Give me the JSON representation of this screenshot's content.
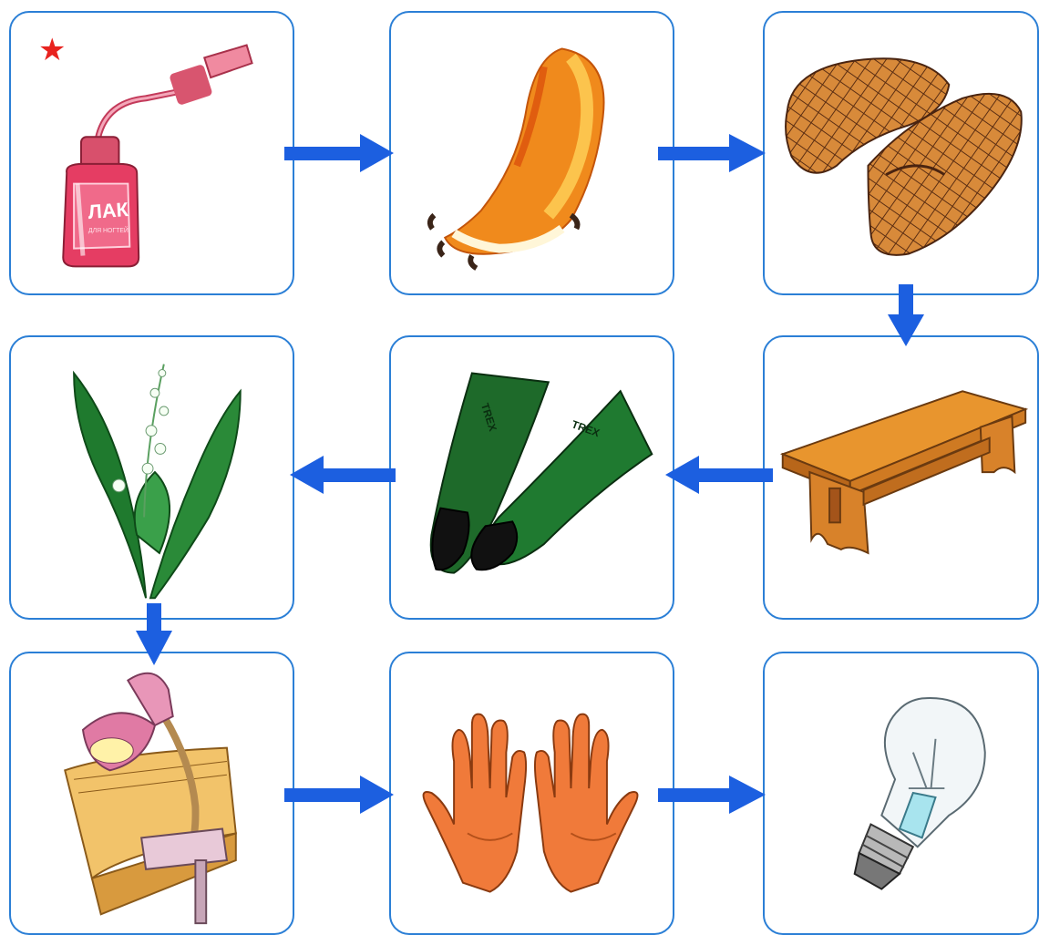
{
  "sequence": [
    {
      "id": "nail-polish",
      "icon": "nail-polish-icon",
      "label_text": "ЛАК",
      "small_text": "ДЛЯ НОГТЕЙ"
    },
    {
      "id": "animal-paw",
      "icon": "paw-icon"
    },
    {
      "id": "bast-shoes",
      "icon": "bast-shoes-icon"
    },
    {
      "id": "bench",
      "icon": "bench-icon"
    },
    {
      "id": "flippers",
      "icon": "flippers-icon",
      "brand_text": "TREX"
    },
    {
      "id": "lily-of-the-valley",
      "icon": "lily-of-the-valley-icon"
    },
    {
      "id": "desk-lamp",
      "icon": "desk-lamp-icon"
    },
    {
      "id": "hands",
      "icon": "hands-icon"
    },
    {
      "id": "light-bulb",
      "icon": "light-bulb-icon"
    }
  ],
  "marker": {
    "symbol": "★",
    "color": "#e8231f"
  },
  "colors": {
    "frame": "#2b7fd6",
    "arrow": "#1c5fe0"
  }
}
